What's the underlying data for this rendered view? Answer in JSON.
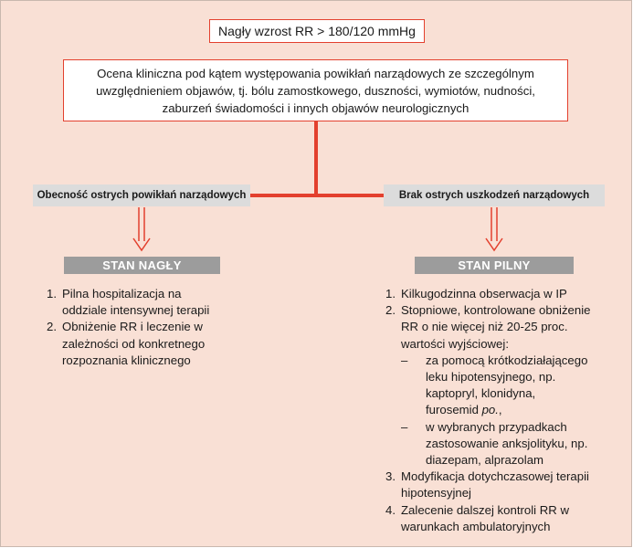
{
  "header": {
    "title": "Nagły wzrost RR > 180/120 mmHg"
  },
  "assessment": {
    "text": "Ocena kliniczna pod kątem występowania powikłań narządowych ze szczególnym uwzględnieniem objawów, tj. bólu zamostkowego, duszności, wymiotów, nudności, zaburzeń świadomości i innych objawów neurologicznych"
  },
  "left": {
    "condition": "Obecność ostrych powikłań narządowych",
    "state": "STAN NAGŁY",
    "steps": [
      {
        "num": "1.",
        "text": "Pilna hospitalizacja na oddziale intensywnej terapii"
      },
      {
        "num": "2.",
        "text": "Obniżenie RR i leczenie w zależności od konkretnego rozpoznania klinicznego"
      }
    ]
  },
  "right": {
    "condition": "Brak ostrych uszkodzeń narządowych",
    "state": "STAN PILNY",
    "steps": [
      {
        "num": "1.",
        "text": "Kilkugodzinna obserwacja w IP"
      },
      {
        "num": "2.",
        "text": "Stopniowe, kontrolowane obniżenie RR o nie więcej niż 20-25 proc. wartości wyjściowej:"
      },
      {
        "num": "3.",
        "text": "Modyfikacja dotychczasowej terapii hipotensyjnej"
      },
      {
        "num": "4.",
        "text": "Zalecenie dalszej kontroli RR w warunkach ambulatoryjnych"
      }
    ],
    "sub_items": [
      {
        "dash": "–",
        "text_before": "za pomocą krótkodziałającego leku hipotensyjnego, np. kaptopryl, klonidyna, furosemid ",
        "text_italic": "po.",
        "text_after": ","
      },
      {
        "dash": "–",
        "text_before": "w wybranych przypadkach zastosowanie anksjolityku, np. diazepam, alprazolam",
        "text_italic": "",
        "text_after": ""
      }
    ]
  },
  "colors": {
    "background": "#f9e0d5",
    "accent_red": "#e3402e",
    "gray_label": "#dcdcdc",
    "state_gray": "#9c9c9c"
  }
}
